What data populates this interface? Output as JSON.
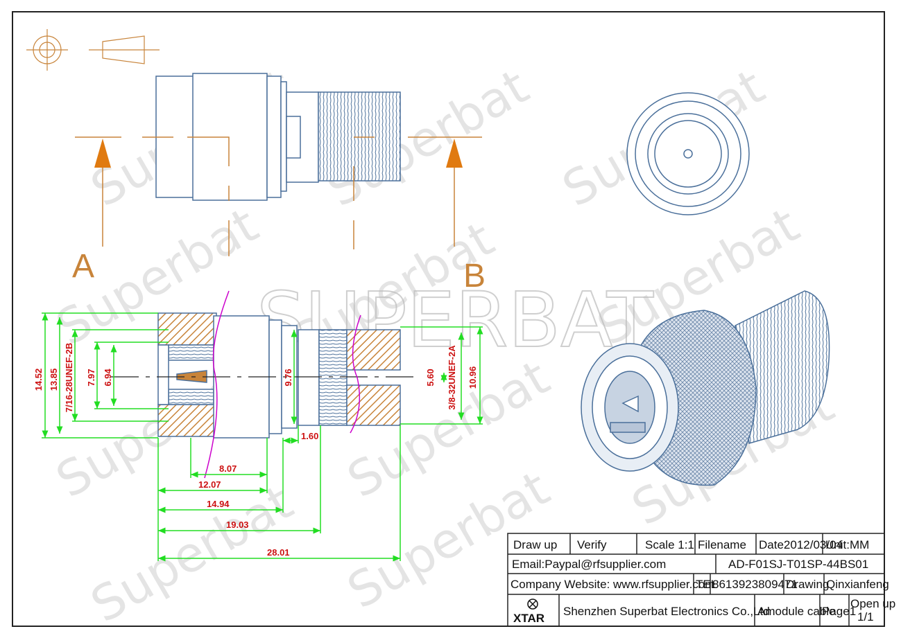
{
  "watermark": {
    "small": "Superbat",
    "big": "SUPERBAT"
  },
  "section_labels": {
    "a": "A",
    "b": "B"
  },
  "dimensions": {
    "d_14_52": "14.52",
    "d_13_85": "13.85",
    "d_thread_left": "7/16-28UNEF-2B",
    "d_7_97": "7.97",
    "d_6_94": "6.94",
    "d_9_76": "9.76",
    "d_5_60": "5.60",
    "d_thread_right": "3/8-32UNEF-2A",
    "d_10_96": "10.96",
    "d_1_60": "1.60",
    "d_8_07": "8.07",
    "d_12_07": "12.07",
    "d_14_94": "14.94",
    "d_19_03": "19.03",
    "d_28_01": "28.01"
  },
  "title_block": {
    "draw_up": "Draw up",
    "verify": "Verify",
    "scale": "Scale 1:1",
    "filename": "Filename",
    "date": "Date2012/03/04",
    "unit": "Unit:MM",
    "email": "Email:Paypal@rfsupplier.com",
    "part_no": "AD-F01SJ-T01SP-44BS01",
    "website": "Company Website:  www.rfsupplier.com",
    "tel_label": "TEL",
    "tel": "8613923809471",
    "drawing_label": "Drawing",
    "drawer": "Qinxianfeng",
    "logo_text": "XTAR",
    "company": "Shenzhen Superbat Electronics Co.,Ltd",
    "product": "Amodule cable",
    "page": "Page1",
    "open_up": "Open up",
    "pages": "1/1"
  },
  "colors": {
    "outline": "#4a6f9a",
    "dimension": "#22dd22",
    "text_dim": "#cc1111",
    "arrow": "#e07a10",
    "hatch": "#c8843a",
    "break": "#cc00cc"
  }
}
